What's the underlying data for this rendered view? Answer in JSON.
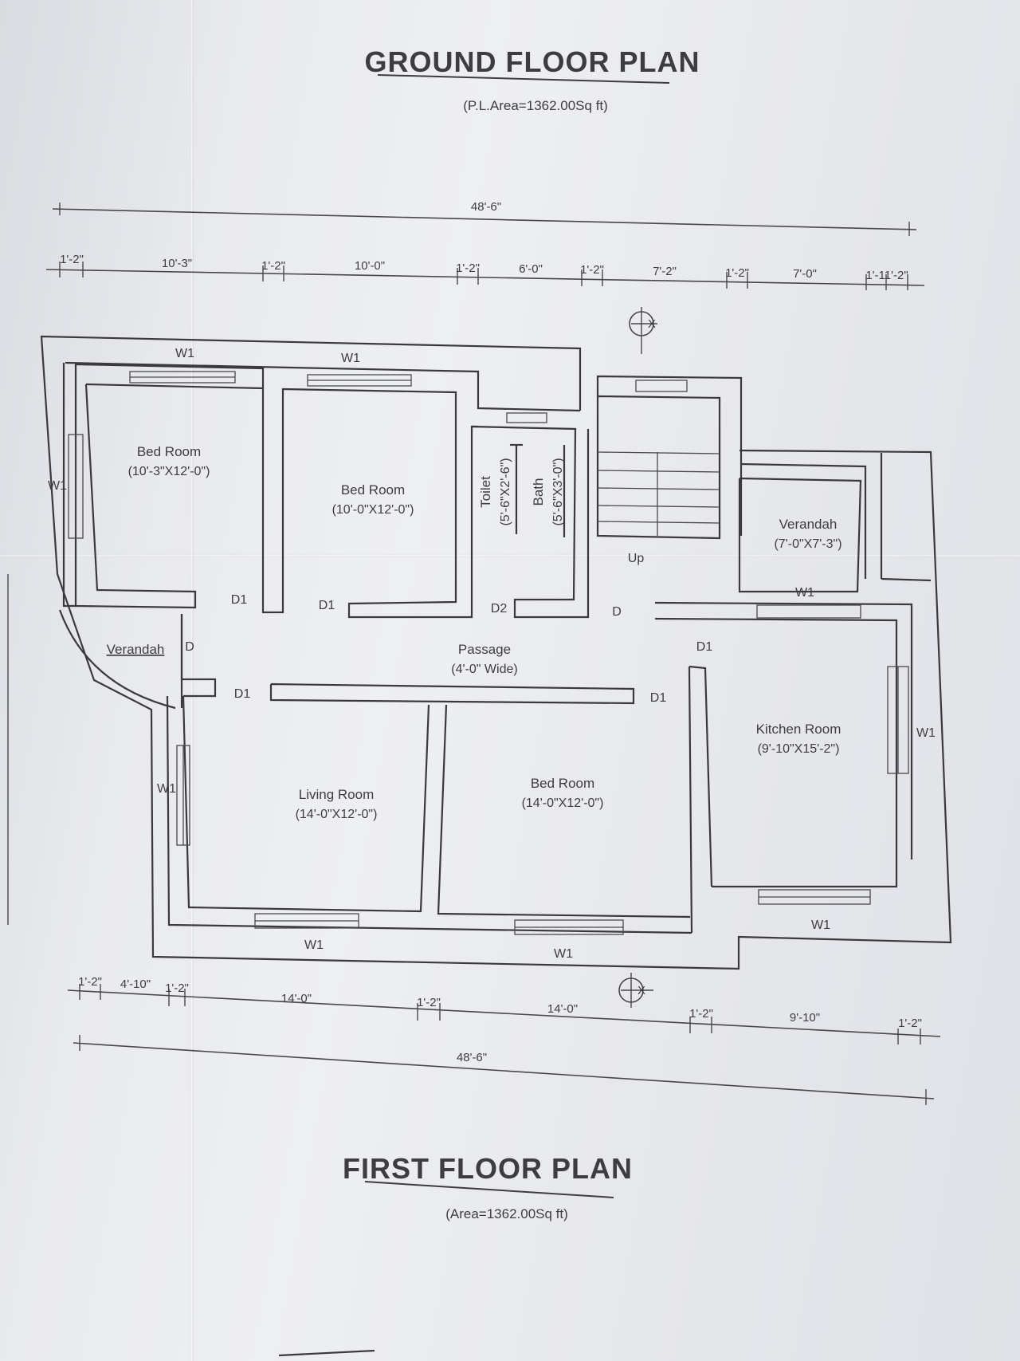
{
  "ground_floor": {
    "title": "GROUND FLOOR PLAN",
    "area": "(P.L.Area=1362.00Sq ft)"
  },
  "first_floor": {
    "title": "FIRST FLOOR PLAN",
    "area": "(Area=1362.00Sq ft)"
  },
  "dimensions": {
    "top_total": "48'-6\"",
    "top": [
      "1'-2\"",
      "10'-3\"",
      "1'-2\"",
      "10'-0\"",
      "1'-2\"",
      "6'-0\"",
      "1'-2\"",
      "7'-2\"",
      "1'-2\"",
      "7'-0\"",
      "1'-11'-2\""
    ],
    "bottom": [
      "1'-2\"",
      "4'-10\"",
      "1'-2\"",
      "14'-0\"",
      "1'-2\"",
      "14'-0\"",
      "1'-2\"",
      "9'-10\"",
      "1'-2\""
    ],
    "bottom_total": "48'-6\""
  },
  "rooms": {
    "bed1": {
      "name": "Bed Room",
      "size": "(10'-3\"X12'-0\")"
    },
    "bed2": {
      "name": "Bed Room",
      "size": "(10'-0\"X12'-0\")"
    },
    "toilet": {
      "name": "Toilet",
      "size": "(5'-6\"X2'-6\")"
    },
    "bath": {
      "name": "Bath",
      "size": "(5'-6\"X3'-0\")"
    },
    "verandah_right": {
      "name": "Verandah",
      "size": "(7'-0\"X7'-3\")"
    },
    "verandah_left": {
      "name": "Verandah"
    },
    "passage": {
      "name": "Passage",
      "size": "(4'-0\" Wide)"
    },
    "living": {
      "name": "Living Room",
      "size": "(14'-0\"X12'-0\")"
    },
    "bed3": {
      "name": "Bed Room",
      "size": "(14'-0\"X12'-0\")"
    },
    "kitchen": {
      "name": "Kitchen Room",
      "size": "(9'-10\"X15'-2\")"
    }
  },
  "labels": {
    "w1": "W1",
    "d": "D",
    "d1": "D1",
    "d2": "D2",
    "up": "Up",
    "section": "X"
  }
}
